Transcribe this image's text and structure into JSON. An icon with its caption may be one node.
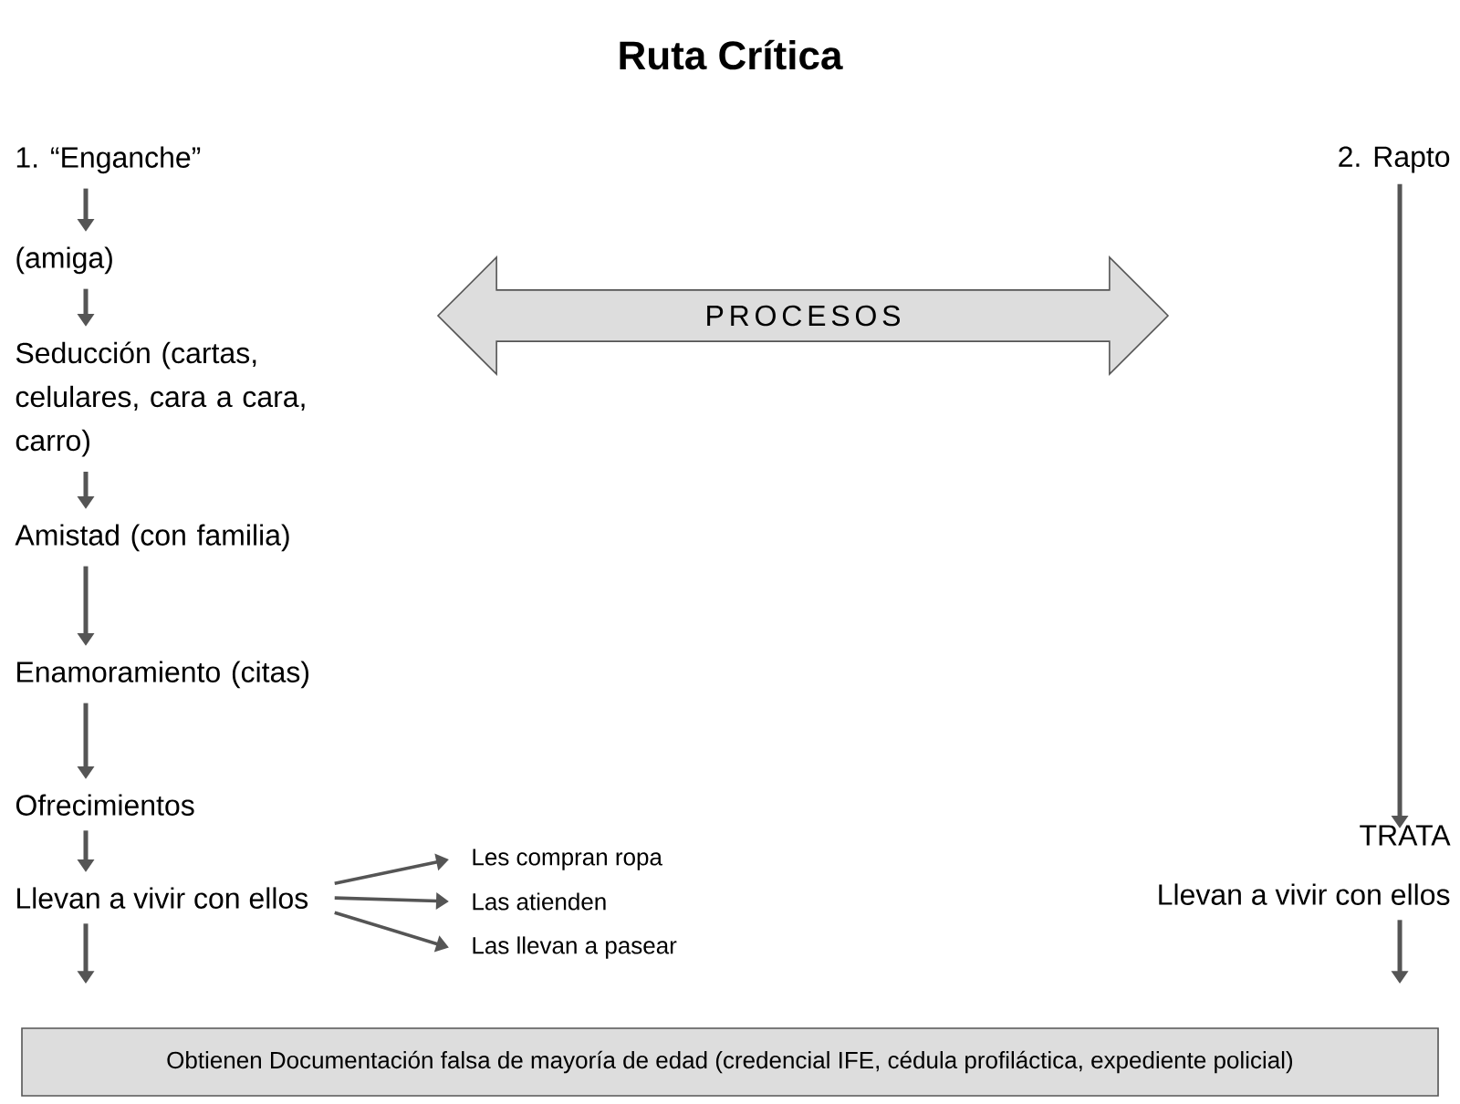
{
  "diagram": {
    "title": "Ruta Crítica",
    "nodes": [
      {
        "text": [
          "1. “Enganche”"
        ]
      },
      {
        "text": [
          "(amiga)"
        ]
      },
      {
        "text": [
          "Seducción (cartas, celulares, cara a cara, carro)"
        ]
      },
      {
        "text": [
          "Amistad (con familia)"
        ]
      },
      {
        "text": [
          "Enamoramiento (citas)"
        ]
      },
      {
        "text": [
          "Ofrecimientos"
        ]
      },
      {
        "text": [
          "Llevan a vivir con ellos"
        ]
      },
      {
        "text": [
          "Les compran ropa"
        ]
      },
      {
        "text": [
          "Las atienden"
        ]
      },
      {
        "text": [
          "Las llevan a pasear"
        ]
      },
      {
        "text": [
          "2. Rapto"
        ]
      },
      {
        "text": [
          "TRATA"
        ]
      },
      {
        "text": [
          "Llevan a vivir con ellos"
        ]
      },
      {
        "text": [
          "Obtienen Documentación falsa de mayoría de edad (credencial IFE, cédula profiláctica, expediente policial)"
        ]
      },
      {
        "text": [
          "PROCESOS"
        ]
      }
    ],
    "edges": [
      {
        "from": 0,
        "to": 1,
        "arrow": "to"
      },
      {
        "from": 1,
        "to": 2,
        "arrow": "to"
      },
      {
        "from": 2,
        "to": 3,
        "arrow": "to"
      },
      {
        "from": 3,
        "to": 4,
        "arrow": "to"
      },
      {
        "from": 4,
        "to": 5,
        "arrow": "to"
      },
      {
        "from": 5,
        "to": 6,
        "arrow": "to"
      },
      {
        "from": 6,
        "to": 13,
        "arrow": "to"
      },
      {
        "from": 6,
        "to": 7,
        "arrow": "to"
      },
      {
        "from": 6,
        "to": 8,
        "arrow": "to"
      },
      {
        "from": 6,
        "to": 9,
        "arrow": "to"
      },
      {
        "from": 10,
        "to": 11,
        "arrow": "to"
      },
      {
        "from": 12,
        "to": 13,
        "arrow": "to"
      }
    ]
  }
}
